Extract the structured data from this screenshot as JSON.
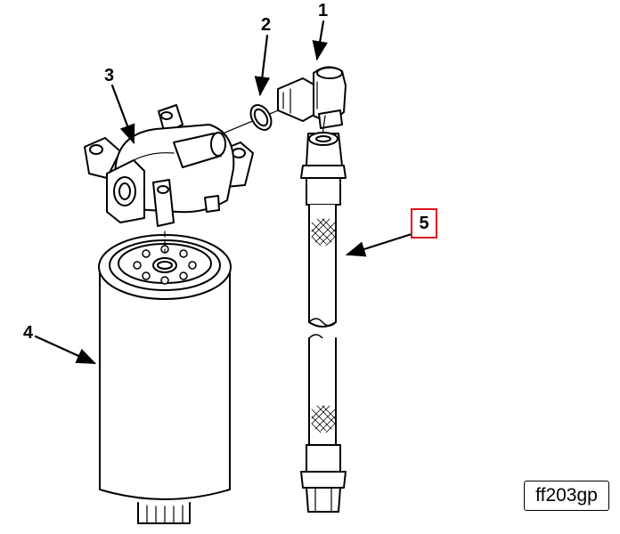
{
  "diagram": {
    "callouts": [
      "1",
      "2",
      "3",
      "4",
      "5"
    ],
    "highlighted_callout": "5",
    "figure_code": "ff203gp",
    "parts": [
      {
        "callout": "1",
        "part": "elbow-fitting"
      },
      {
        "callout": "2",
        "part": "o-ring"
      },
      {
        "callout": "3",
        "part": "filter-head"
      },
      {
        "callout": "4",
        "part": "filter-element"
      },
      {
        "callout": "5",
        "part": "hose-assembly"
      }
    ],
    "highlight_color": "#e0141e"
  }
}
